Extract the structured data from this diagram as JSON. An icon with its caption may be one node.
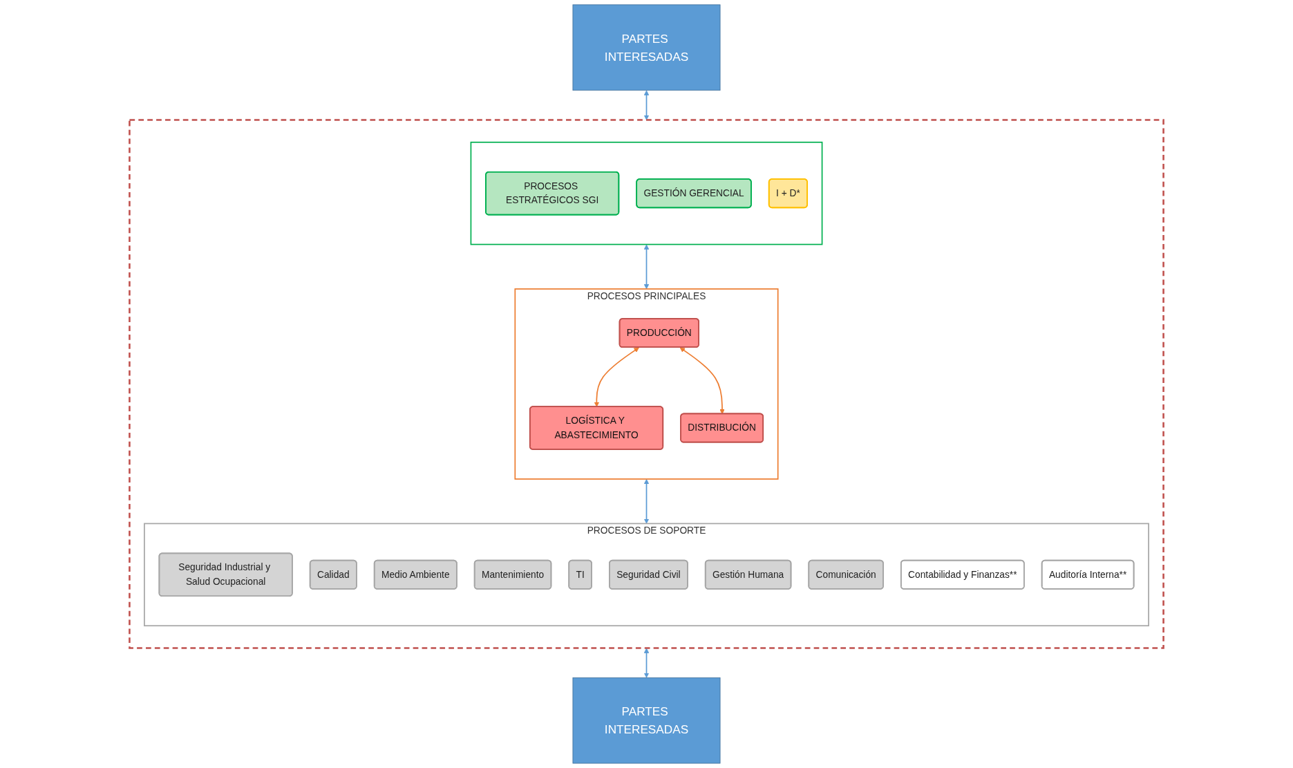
{
  "diagram": {
    "nodes": [
      {
        "text": [
          "PARTES INTERESADAS"
        ]
      },
      {
        "text": [],
        "shape": "box"
      },
      {
        "text": [],
        "shape": "box",
        "in": 1
      },
      {
        "text": [
          "PROCESOS ESTRATÉGICOS SGI"
        ],
        "in": 2
      },
      {
        "text": [
          "GESTIÓN GERENCIAL"
        ],
        "in": 2
      },
      {
        "text": [
          "I + D*"
        ],
        "in": 2
      },
      {
        "text": [
          "PROCESOS PRINCIPALES"
        ],
        "in": 1
      },
      {
        "text": [
          "LOGÍSTICA Y ABASTECIMIENTO"
        ],
        "in": 6
      },
      {
        "text": [
          "PRODUCCIÓN"
        ],
        "in": 6
      },
      {
        "text": [
          "DISTRIBUCIÓN"
        ],
        "in": 6
      },
      {
        "text": [
          "PROCESOS DE SOPORTE"
        ],
        "in": 1
      },
      {
        "text": [
          "Seguridad Industrial y Salud Ocupacional"
        ],
        "in": 10
      },
      {
        "text": [
          "Calidad"
        ],
        "in": 10
      },
      {
        "text": [
          "Medio Ambiente"
        ],
        "in": 10
      },
      {
        "text": [
          "Mantenimiento"
        ],
        "in": 10
      },
      {
        "text": [
          "TI"
        ],
        "in": 10
      },
      {
        "text": [
          "Seguridad Civil"
        ],
        "in": 10
      },
      {
        "text": [
          "Gestión Humana"
        ],
        "in": 10
      },
      {
        "text": [
          "Comunicación"
        ],
        "in": 10
      },
      {
        "text": [
          "Contabilidad y Finanzas**"
        ],
        "in": 10
      },
      {
        "text": [
          "Auditoría Interna**"
        ],
        "in": 10
      },
      {
        "text": [
          "PARTES INTERESADAS"
        ]
      }
    ],
    "edges": [
      {
        "from": 2,
        "to": 6,
        "arrow": "both",
        "color": "#5b9bd5"
      },
      {
        "from": 8,
        "to": 7,
        "arrow": "both",
        "color": "#ed7d31"
      },
      {
        "from": 8,
        "to": 9,
        "arrow": "both",
        "color": "#ed7d31"
      },
      {
        "from": 6,
        "to": 10,
        "arrow": "both",
        "color": "#5b9bd5"
      },
      {
        "from": 0,
        "to": 1,
        "arrow": "both",
        "color": "#5b9bd5"
      },
      {
        "from": 1,
        "to": 21,
        "arrow": "both",
        "color": "#5b9bd5"
      }
    ]
  }
}
